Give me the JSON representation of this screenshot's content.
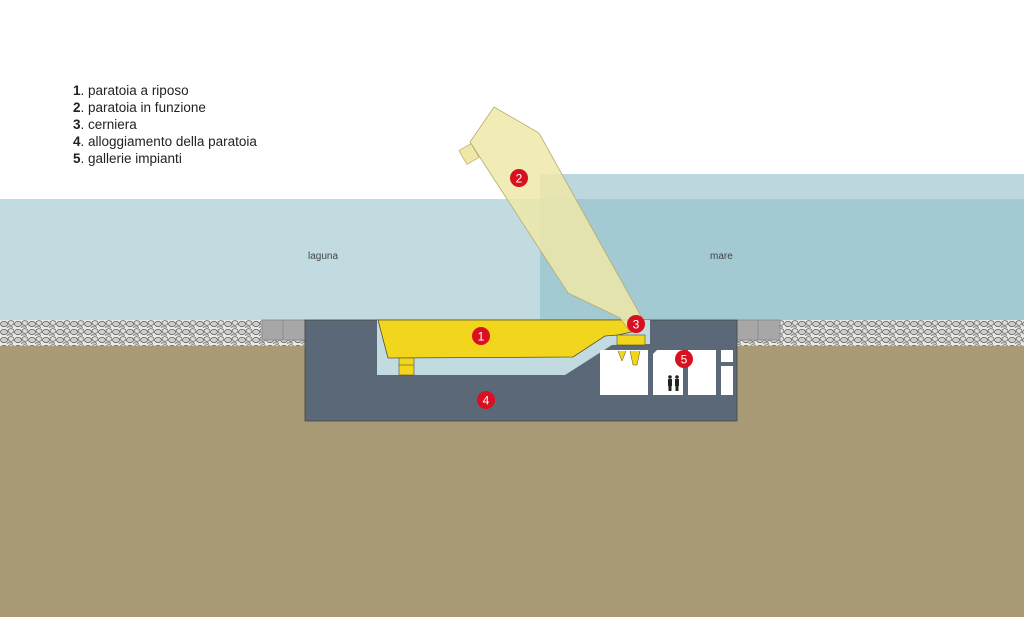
{
  "legend": [
    {
      "num": "1",
      "label": ". paratoia a riposo"
    },
    {
      "num": "2",
      "label": ". paratoia in funzione"
    },
    {
      "num": "3",
      "label": ". cerniera"
    },
    {
      "num": "4",
      "label": ". alloggiamento della paratoia"
    },
    {
      "num": "5",
      "label": ". gallerie impianti"
    }
  ],
  "water_labels": {
    "lagoon": "laguna",
    "sea": "mare"
  },
  "markers": [
    "1",
    "2",
    "3",
    "4",
    "5"
  ],
  "colors": {
    "lagoon": "#c1dbe0",
    "sea": "#a3c9d3",
    "sea_top": "#bcd7de",
    "ground": "#a89a74",
    "housing": "#5b6877",
    "gate": "#f2d61e",
    "gate_raised": "#eee7a8",
    "marker": "#d9101f"
  }
}
